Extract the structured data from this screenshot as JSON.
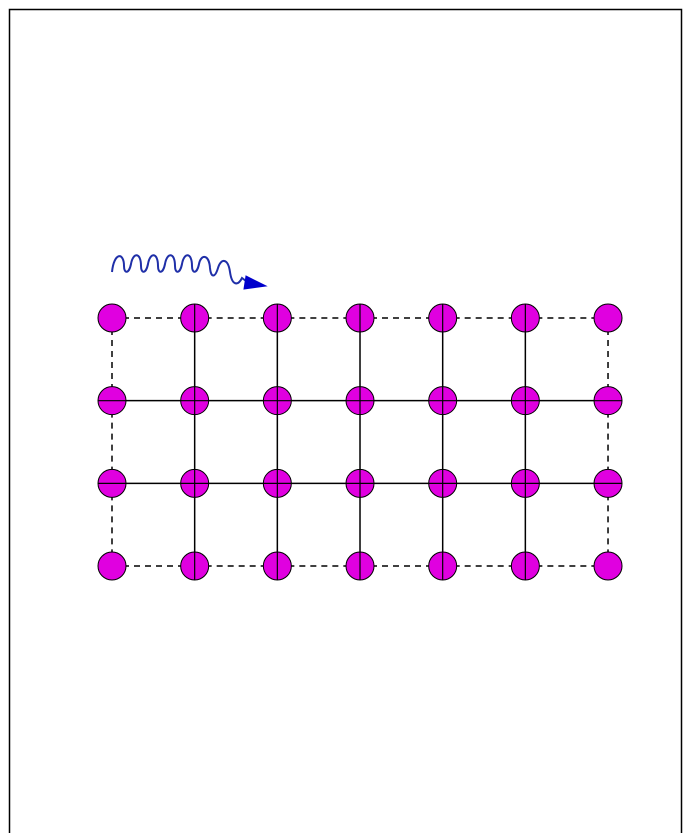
{
  "diagram": {
    "rows": 4,
    "cols": 7,
    "node_color": "#e000e0",
    "node_stroke": "#000000",
    "line_color": "#000000",
    "boundary_style": "dashed",
    "interior_style": "solid",
    "photon": {
      "color": "#1f2fa8",
      "arrow_color": "#0000cc",
      "icon": "wavy-arrow"
    }
  },
  "frame": {
    "border_color": "#000000"
  }
}
